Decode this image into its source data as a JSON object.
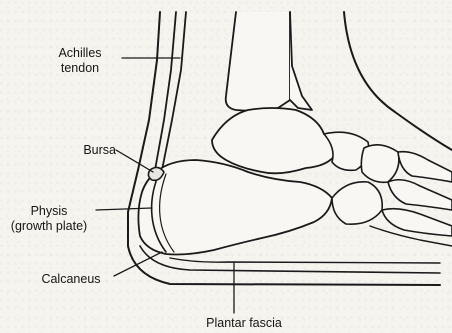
{
  "labels": {
    "achilles_line1": "Achilles",
    "achilles_line2": "tendon",
    "bursa": "Bursa",
    "physis_line1": "Physis",
    "physis_line2": "(growth plate)",
    "calcaneus": "Calcaneus",
    "plantar_fascia": "Plantar fascia"
  },
  "colors": {
    "line": "#1a1a1a",
    "background": "#f6f4ef",
    "bone_fill": "#f8f7f3"
  }
}
